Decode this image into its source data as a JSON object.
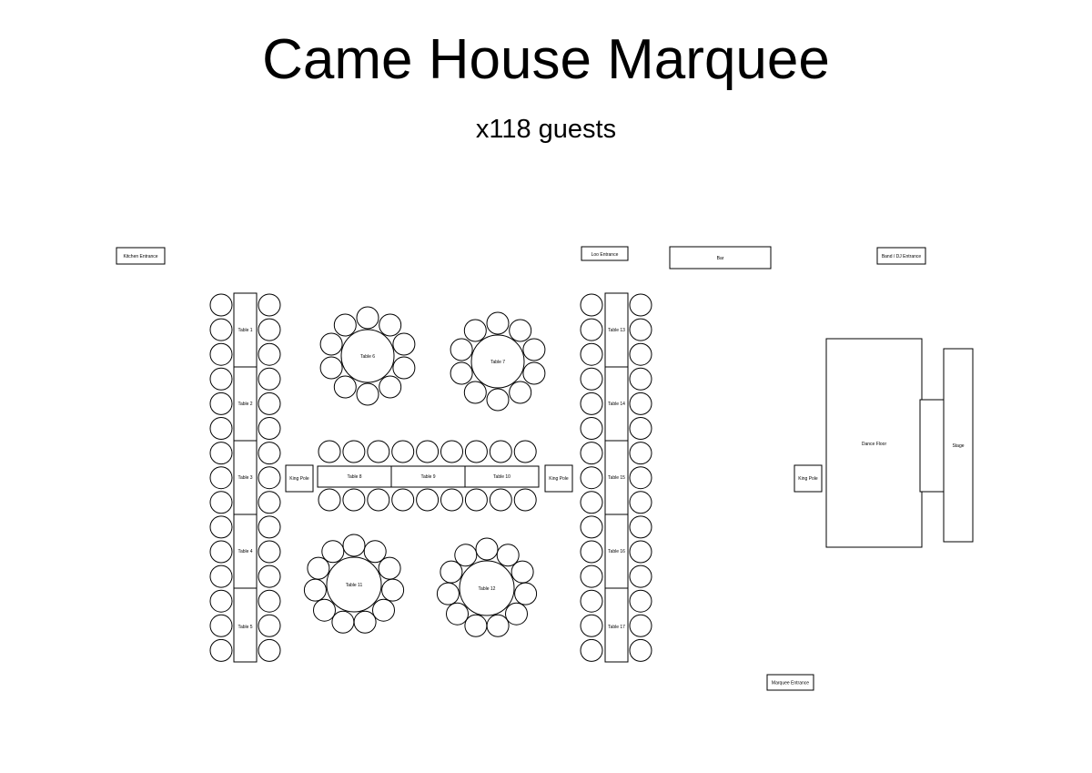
{
  "title": "Came House Marquee",
  "subtitle": "x118 guests",
  "entrances": {
    "kitchen": "Kitchen Entrance",
    "loo": "Loo Entrance",
    "band": "Band / DJ Entrance",
    "marquee": "Marquee Entrance"
  },
  "features": {
    "bar": "Bar",
    "dance_floor": "Dance Floor",
    "stage": "Stage",
    "king_pole": "King Pole"
  },
  "long_tables_left": [
    "Table 1",
    "Table 2",
    "Table 3",
    "Table 4",
    "Table 5"
  ],
  "long_tables_right": [
    "Table 13",
    "Table 14",
    "Table 15",
    "Table 16",
    "Table 17"
  ],
  "center_tables": [
    "Table 8",
    "Table 9",
    "Table 10"
  ],
  "round_tables": {
    "t6": "Table 6",
    "t7": "Table 7",
    "t11": "Table 11",
    "t12": "Table 12"
  }
}
